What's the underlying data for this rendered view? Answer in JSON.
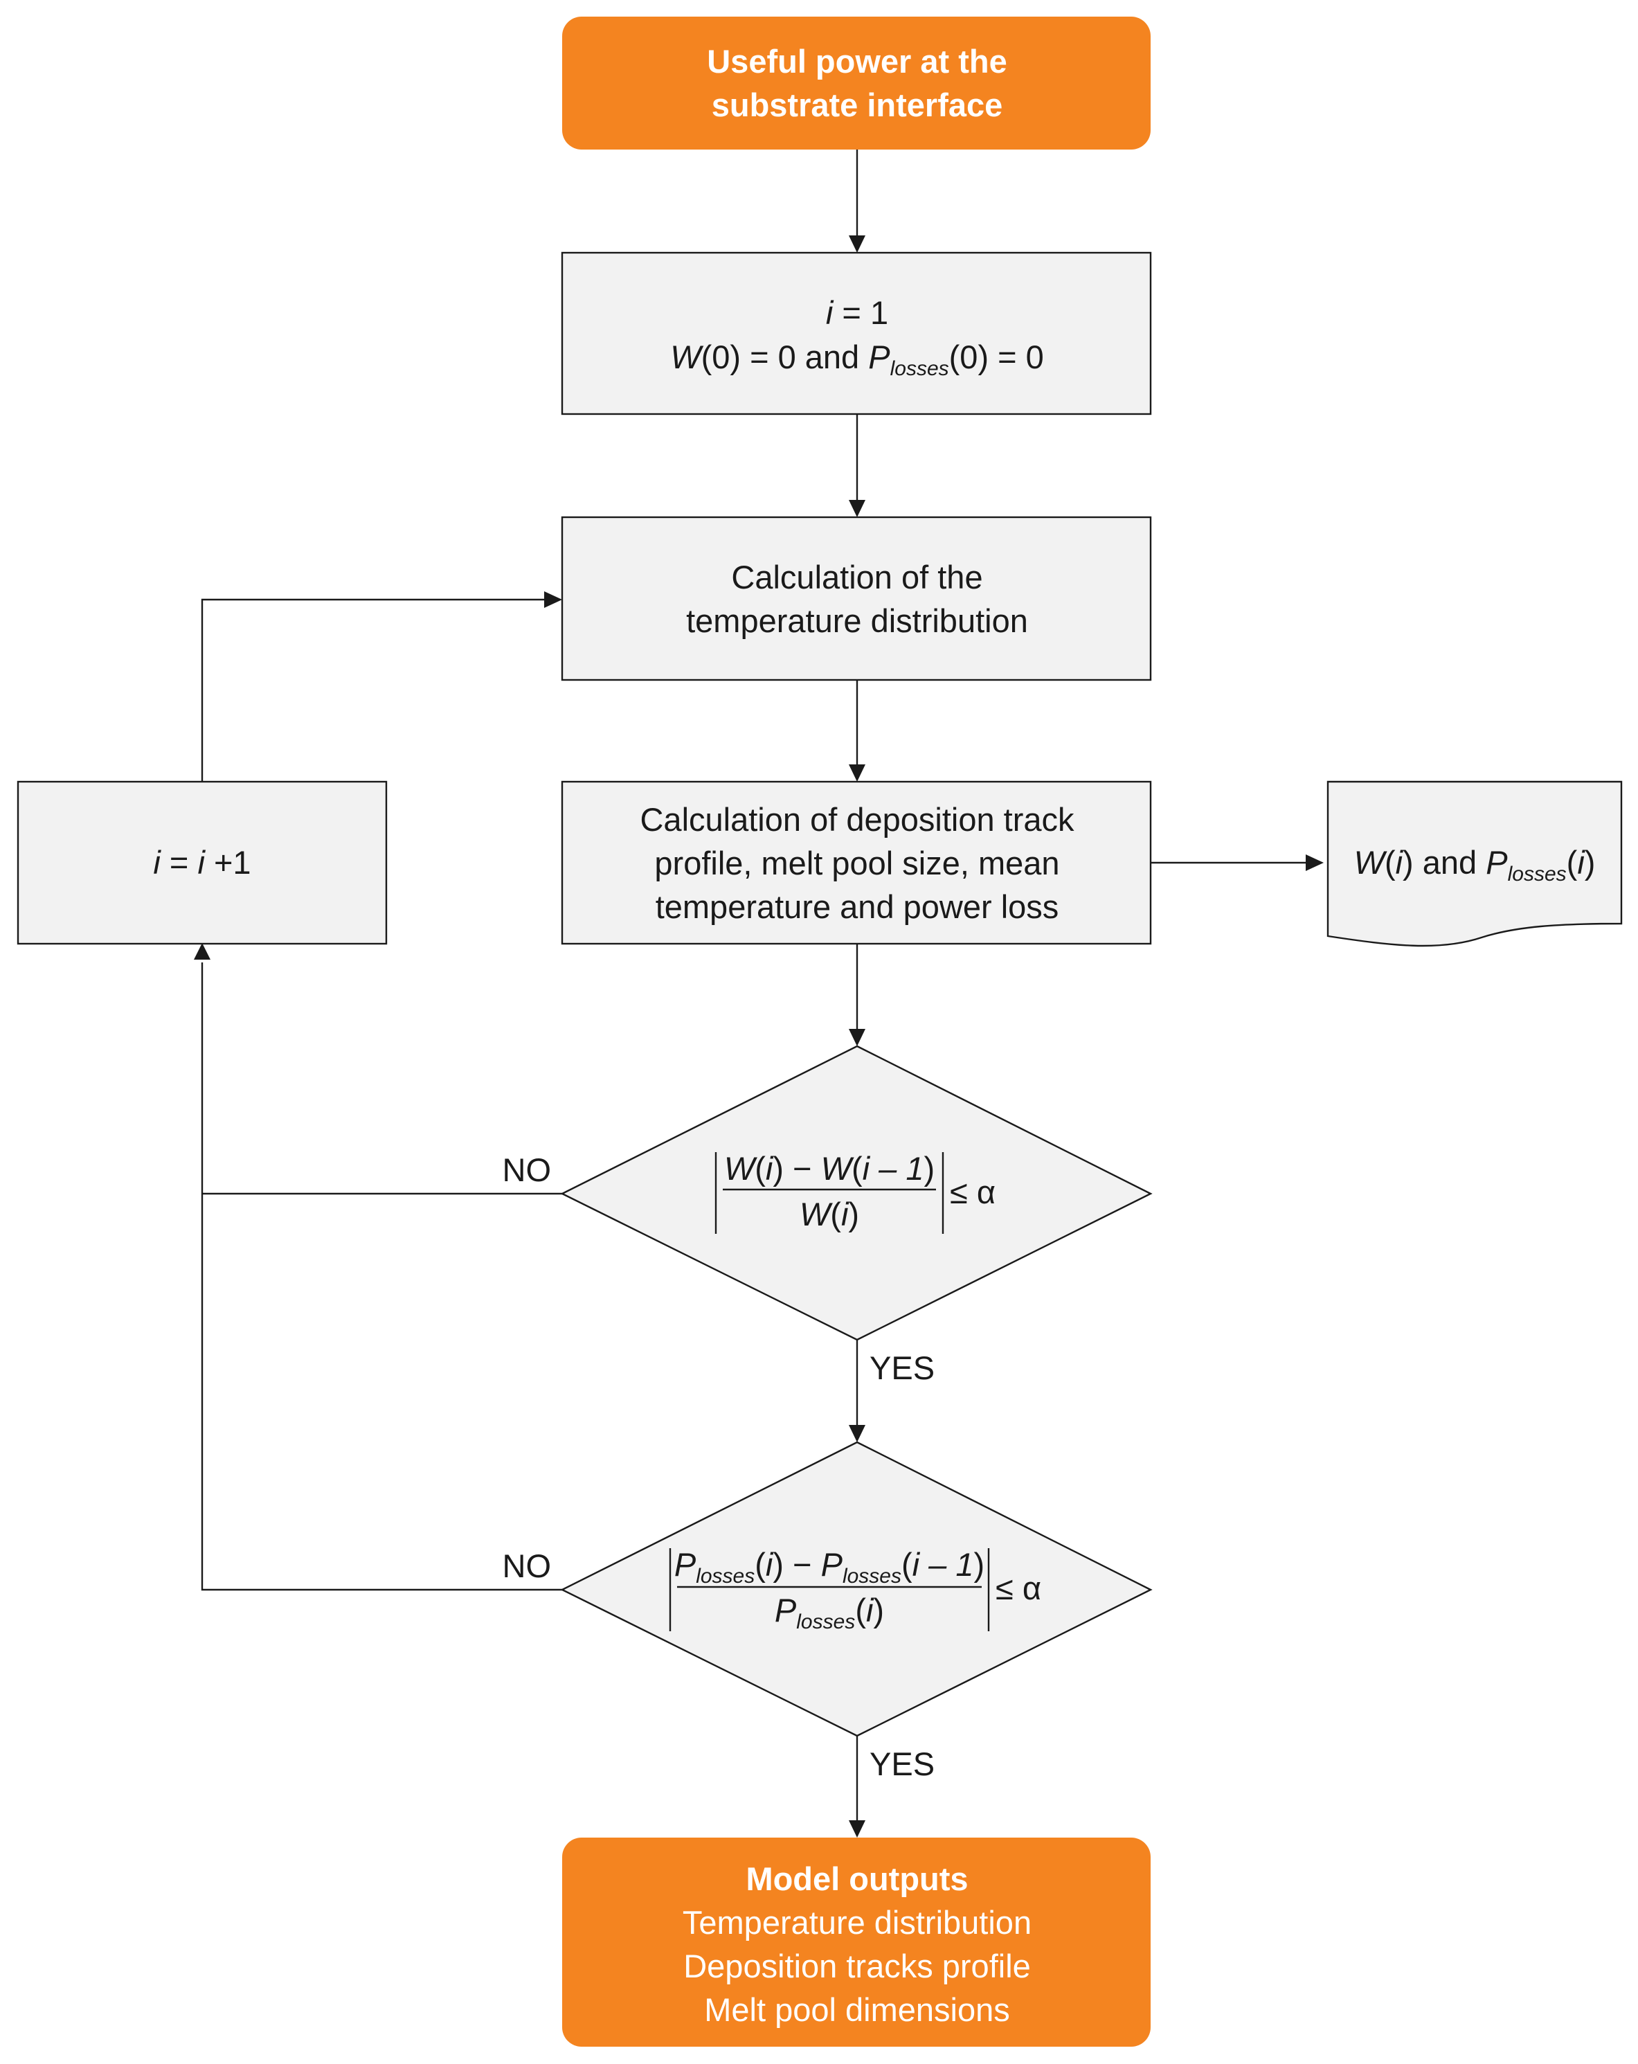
{
  "colors": {
    "accent": "#f48420",
    "box_fill": "#f2f2f2",
    "stroke": "#1a1a1a",
    "text_on_accent": "#ffffff"
  },
  "start": {
    "line1": "Useful power at the",
    "line2": "substrate interface"
  },
  "init": {
    "i_var": "i",
    "i_eq": " = 1",
    "w_var": "W",
    "w_eq": "(0) = 0 and ",
    "p_var": "P",
    "p_sub": "losses",
    "p_eq": "(0) = 0"
  },
  "temp_calc": {
    "line1": "Calculation of the",
    "line2": "temperature distribution"
  },
  "deposition_calc": {
    "line1": "Calculation of deposition track",
    "line2": "profile, melt pool size, mean",
    "line3": "temperature and power loss"
  },
  "increment": {
    "i_var": "i",
    "eq": " = ",
    "i_var2": "i",
    "plus": " +1"
  },
  "output_doc": {
    "w_var": "W",
    "w_paren_open": "(",
    "i_var": "i",
    "w_paren_close": ")",
    "and": " and ",
    "p_var": "P",
    "p_sub": "losses",
    "p_paren_open": "(",
    "i_var2": "i",
    "p_paren_close": ")"
  },
  "decision1": {
    "num_w1": "W",
    "num_p1o": "(",
    "num_i1": "i",
    "num_p1c": ")",
    "num_minus": " − ",
    "num_w2": "W",
    "num_p2o": "(",
    "num_i2": "i – 1",
    "num_p2c": ")",
    "den_w": "W",
    "den_po": "(",
    "den_i": "i",
    "den_pc": ")",
    "cmp": "≤ α"
  },
  "decision2": {
    "num_p1": "P",
    "num_sub1": "losses",
    "num_a1": "(",
    "num_i1": "i",
    "num_b1": ")",
    "num_minus": " − ",
    "num_p2": "P",
    "num_sub2": "losses",
    "num_a2": "(",
    "num_i2": "i – 1",
    "num_b2": ")",
    "den_p": "P",
    "den_sub": "losses",
    "den_a": "(",
    "den_i": "i",
    "den_b": ")",
    "cmp": "≤ α"
  },
  "labels": {
    "no1": "NO",
    "yes1": "YES",
    "no2": "NO",
    "yes2": "YES"
  },
  "outputs": {
    "title": "Model outputs",
    "item1": "Temperature distribution",
    "item2": "Deposition tracks profile",
    "item3": "Melt pool dimensions"
  }
}
